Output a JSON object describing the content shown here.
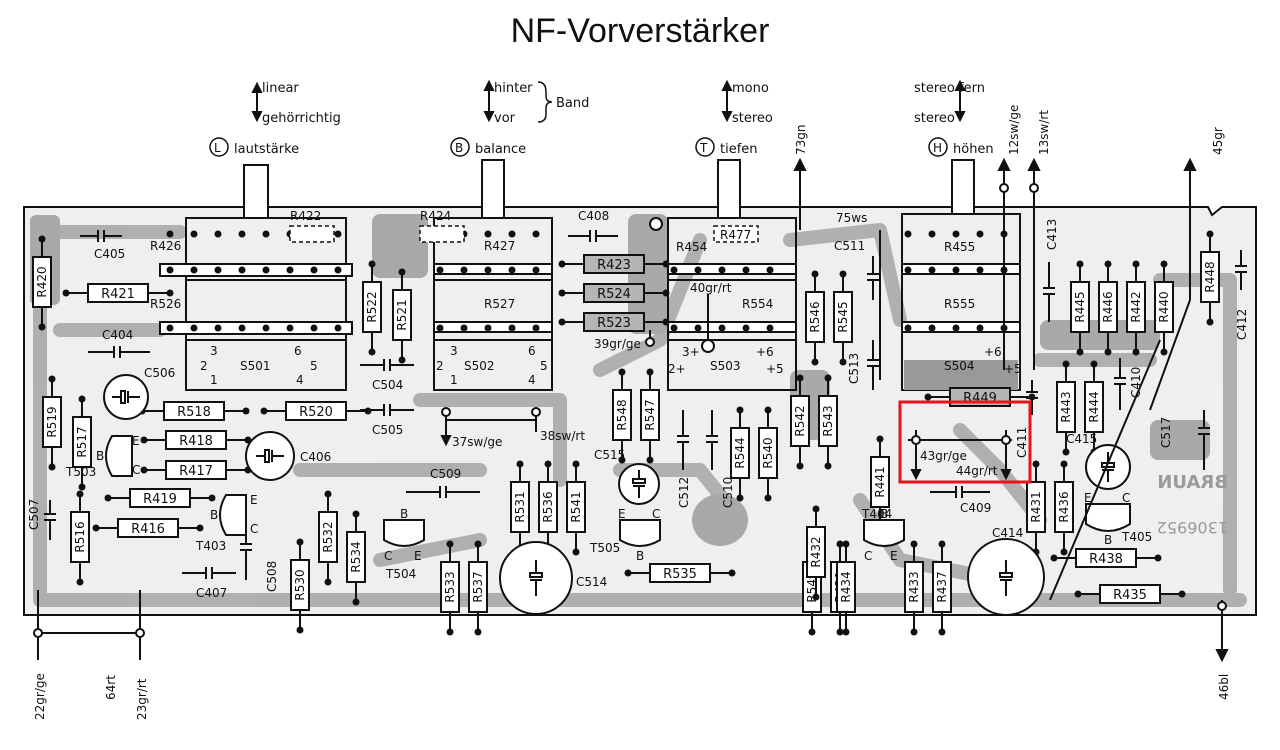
{
  "title": "NF-Vorverstärker",
  "switches": {
    "left_top": "linear",
    "left_bottom": "gehörrichtig",
    "mid_top": "hinter",
    "mid_bottom": "vor",
    "mid_group": "Band",
    "t_top": "mono",
    "t_bottom": "stereo",
    "h_top": "stereo fern",
    "h_bottom": "stereo"
  },
  "controls": [
    {
      "letter": "L",
      "name": "lautstärke"
    },
    {
      "letter": "B",
      "name": "balance"
    },
    {
      "letter": "T",
      "name": "tiefen"
    },
    {
      "letter": "H",
      "name": "höhen"
    }
  ],
  "wires": {
    "w73": "73gn",
    "w12": "12sw/ge",
    "w13": "13sw/rt",
    "w45": "45gr",
    "w22": "22gr/ge",
    "w64": "64rt",
    "w23": "23gr/rt",
    "w46": "46bl",
    "w75": "75ws",
    "w40": "40gr/rt",
    "w39": "39gr/ge",
    "w37": "37sw/ge",
    "w38": "38sw/rt",
    "w43": "43gr/ge",
    "w44": "44gr/rt"
  },
  "resistors": [
    {
      "id": "R420",
      "label": "R420"
    },
    {
      "id": "R421",
      "label": "R421"
    },
    {
      "id": "R426",
      "label": "R426"
    },
    {
      "id": "R526",
      "label": "R526"
    },
    {
      "id": "R422",
      "label": "R422"
    },
    {
      "id": "R424",
      "label": "R424"
    },
    {
      "id": "R522",
      "label": "R522"
    },
    {
      "id": "R521",
      "label": "R521"
    },
    {
      "id": "R427",
      "label": "R427"
    },
    {
      "id": "R527",
      "label": "R527"
    },
    {
      "id": "R423",
      "label": "R423"
    },
    {
      "id": "R524",
      "label": "R524"
    },
    {
      "id": "R523",
      "label": "R523"
    },
    {
      "id": "R454",
      "label": "R454"
    },
    {
      "id": "R477",
      "label": "R477"
    },
    {
      "id": "R554",
      "label": "R554"
    },
    {
      "id": "R546",
      "label": "R546"
    },
    {
      "id": "R545",
      "label": "R545"
    },
    {
      "id": "R455",
      "label": "R455"
    },
    {
      "id": "R555",
      "label": "R555"
    },
    {
      "id": "R445",
      "label": "R445"
    },
    {
      "id": "R446",
      "label": "R446"
    },
    {
      "id": "R442",
      "label": "R442"
    },
    {
      "id": "R440",
      "label": "R440"
    },
    {
      "id": "R448",
      "label": "R448"
    },
    {
      "id": "R519",
      "label": "R519"
    },
    {
      "id": "R517",
      "label": "R517"
    },
    {
      "id": "R518",
      "label": "R518"
    },
    {
      "id": "R520",
      "label": "R520"
    },
    {
      "id": "R418",
      "label": "R418"
    },
    {
      "id": "R417",
      "label": "R417"
    },
    {
      "id": "R419",
      "label": "R419"
    },
    {
      "id": "R416",
      "label": "R416"
    },
    {
      "id": "R516",
      "label": "R516"
    },
    {
      "id": "R548",
      "label": "R548"
    },
    {
      "id": "R547",
      "label": "R547"
    },
    {
      "id": "R544",
      "label": "R544"
    },
    {
      "id": "R540",
      "label": "R540"
    },
    {
      "id": "R542",
      "label": "R542"
    },
    {
      "id": "R543",
      "label": "R543"
    },
    {
      "id": "R449",
      "label": "R449"
    },
    {
      "id": "R443",
      "label": "R443"
    },
    {
      "id": "R444",
      "label": "R444"
    },
    {
      "id": "R441",
      "label": "R441"
    },
    {
      "id": "R431",
      "label": "R431"
    },
    {
      "id": "R436",
      "label": "R436"
    },
    {
      "id": "R531",
      "label": "R531"
    },
    {
      "id": "R536",
      "label": "R536"
    },
    {
      "id": "R541",
      "label": "R541"
    },
    {
      "id": "R530",
      "label": "R530"
    },
    {
      "id": "R532",
      "label": "R532"
    },
    {
      "id": "R534",
      "label": "R534"
    },
    {
      "id": "R533",
      "label": "R533"
    },
    {
      "id": "R537",
      "label": "R537"
    },
    {
      "id": "R535",
      "label": "R535"
    },
    {
      "id": "R549",
      "label": "R549"
    },
    {
      "id": "R430",
      "label": "R430"
    },
    {
      "id": "R432",
      "label": "R432"
    },
    {
      "id": "R434",
      "label": "R434"
    },
    {
      "id": "R433",
      "label": "R433"
    },
    {
      "id": "R437",
      "label": "R437"
    },
    {
      "id": "R438",
      "label": "R438"
    },
    {
      "id": "R435",
      "label": "R435"
    }
  ],
  "capacitors": {
    "C405": "C405",
    "C404": "C404",
    "C506": "C506",
    "C406": "C406",
    "C507": "C507",
    "C407": "C407",
    "C508": "C508",
    "C504": "C504",
    "C505": "C505",
    "C408": "C408",
    "C509": "C509",
    "C515": "C515",
    "C512": "C512",
    "C510": "C510",
    "C514": "C514",
    "C511": "C511",
    "C513": "C513",
    "C413": "C413",
    "C412": "C412",
    "C410": "C410",
    "C415": "C415",
    "C411": "C411",
    "C409": "C409",
    "C414": "C414",
    "C517": "C517"
  },
  "transistors": {
    "T503": "T503",
    "T403": "T403",
    "T504": "T504",
    "T505": "T505",
    "T404": "T404",
    "T405": "T405"
  },
  "pins": {
    "B": "B",
    "C": "C",
    "E": "E"
  },
  "switch_blocks": {
    "S501": "S501",
    "S502": "S502",
    "S503": "S503",
    "S504": "S504",
    "n1": "1",
    "n2": "2",
    "n3": "3",
    "n4": "4",
    "n5": "5",
    "n6": "6",
    "p6": "+6",
    "p5": "+5",
    "p3": "3+",
    "p2": "2+"
  },
  "watermark": "BRAUN",
  "watermark2": "1306952",
  "highlight_color": "#e3161c"
}
